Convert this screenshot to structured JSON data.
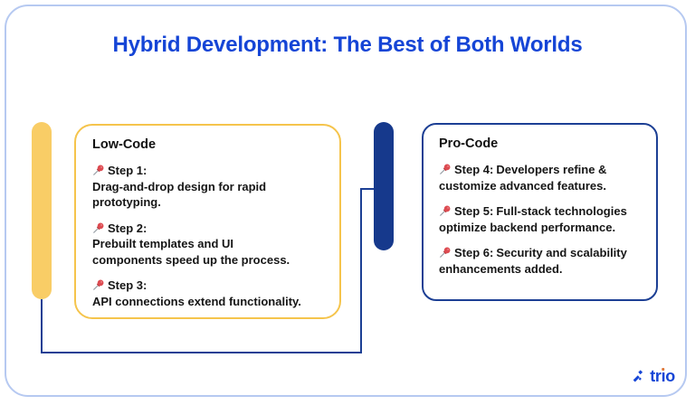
{
  "title": "Hybrid Development: The Best of Both Worlds",
  "cards": [
    {
      "heading": "Low-Code",
      "accent_color": "#f9cd66",
      "border_color": "#f5c44c",
      "steps": [
        {
          "label": "Step 1:",
          "desc": "Drag-and-drop design for rapid\nprototyping."
        },
        {
          "label": "Step 2:",
          "desc": "Prebuilt templates and UI\ncomponents speed up the process."
        },
        {
          "label": "Step 3:",
          "desc": "API connections extend functionality."
        }
      ]
    },
    {
      "heading": "Pro-Code",
      "accent_color": "#16398c",
      "border_color": "#1c3f94",
      "steps": [
        {
          "label": "Step 4:",
          "desc": "Developers refine &\ncustomize advanced features."
        },
        {
          "label": "Step 5:",
          "desc": "Full-stack technologies\noptimize backend performance."
        },
        {
          "label": "Step 6:",
          "desc": "Security and scalability\nenhancements added."
        }
      ]
    }
  ],
  "footer": {
    "logo_text": "trio",
    "logo_text_parts": {
      "pre": "tr",
      "i_base": "ı",
      "post": "o"
    }
  },
  "icons": {
    "step_marker": "pushpin-icon",
    "logo_mark": "trio-spark-icon"
  },
  "colors": {
    "title_blue": "#1545d6",
    "frame_border": "#b6c9f1",
    "connector_blue": "#1c3f94",
    "pin_red": "#dd4b51",
    "logo_dot_orange": "#e0793a",
    "text": "#161616"
  }
}
